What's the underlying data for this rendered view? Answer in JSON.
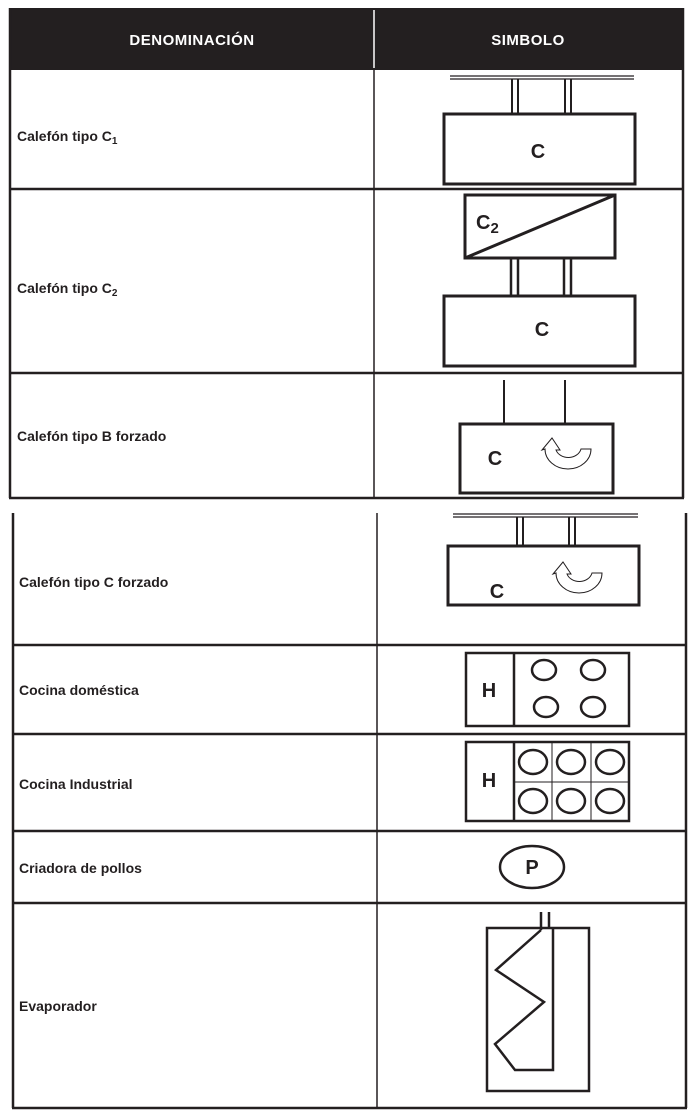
{
  "header": {
    "col1": "DENOMINACIÓN",
    "col2": "SIMBOLO"
  },
  "rows": [
    {
      "name": "Calefón tipo C",
      "sub": "1",
      "symbol": "calefon-c1",
      "letter": "C"
    },
    {
      "name": "Calefón tipo C",
      "sub": "2",
      "symbol": "calefon-c2",
      "letter": "C",
      "letter2": "C",
      "sub2": "2"
    },
    {
      "name": "Calefón tipo B forzado",
      "symbol": "calefon-b-forzado",
      "letter": "C"
    },
    {
      "name": "Calefón tipo C forzado",
      "symbol": "calefon-c-forzado",
      "letter": "C"
    },
    {
      "name": "Cocina doméstica",
      "symbol": "cocina-domestica",
      "letter": "H"
    },
    {
      "name": "Cocina Industrial",
      "symbol": "cocina-industrial",
      "letter": "H"
    },
    {
      "name": "Criadora de pollos",
      "symbol": "criadora",
      "letter": "P"
    },
    {
      "name": "Evaporador",
      "symbol": "evaporador"
    }
  ],
  "colors": {
    "header_bg": "#231f20",
    "line": "#231f20"
  }
}
